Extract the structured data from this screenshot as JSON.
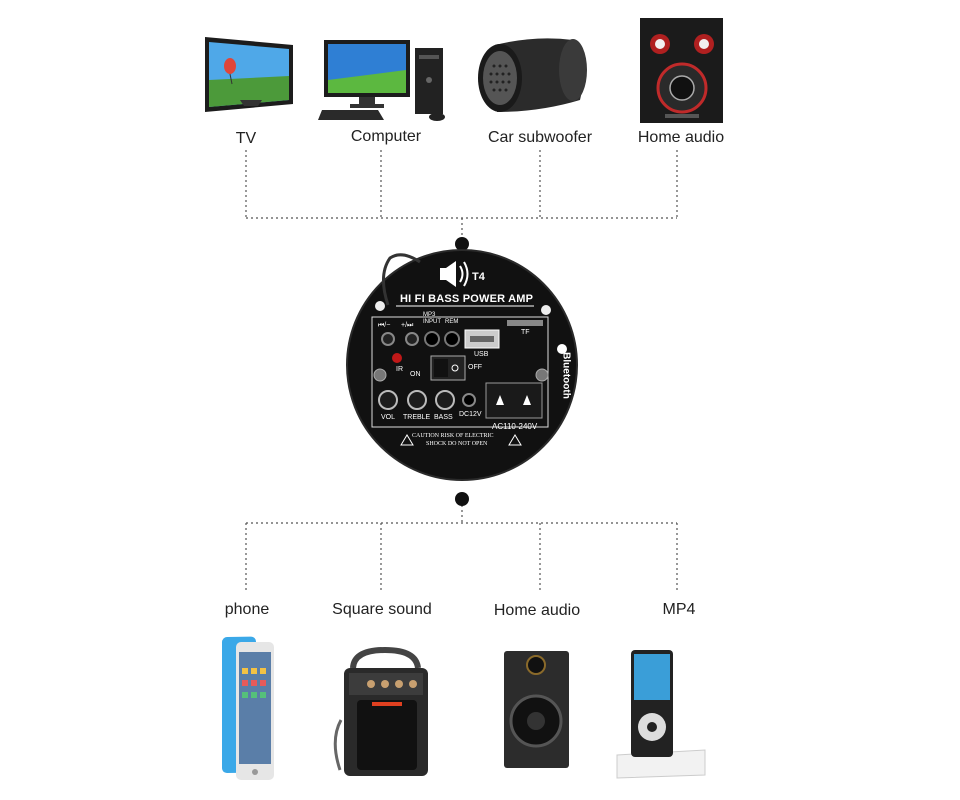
{
  "top_devices": [
    {
      "label": "TV",
      "icon": "tv-icon"
    },
    {
      "label": "Computer",
      "icon": "desktop-computer-icon"
    },
    {
      "label": "Car subwoofer",
      "icon": "car-subwoofer-icon"
    },
    {
      "label": "Home audio",
      "icon": "home-audio-speaker-icon"
    }
  ],
  "bottom_devices": [
    {
      "label": "phone",
      "icon": "smartphone-icon"
    },
    {
      "label": "Square sound",
      "icon": "portable-speaker-icon"
    },
    {
      "label": "Home audio",
      "icon": "bookshelf-speaker-icon"
    },
    {
      "label": "MP4",
      "icon": "mp4-player-dock-icon"
    }
  ],
  "amp_board": {
    "model": "T4",
    "title": "HI FI BASS POWER AMP",
    "bluetooth": "Bluetooth",
    "controls": {
      "prev": "⏮/−",
      "next": "+/⏭",
      "mp3_input": "MP3\nINPUT",
      "rem": "REM",
      "usb": "USB",
      "tf": "TF",
      "ir": "IR",
      "on": "ON",
      "off": "OFF",
      "vol": "VOL",
      "treble": "TREBLE",
      "bass": "BASS",
      "dc": "DC12V",
      "ac": "AC110-240V"
    },
    "caution_line1": "CAUTION RISK OF ELECTRIC",
    "caution_line2": "SHOCK DO NOT OPEN"
  },
  "colors": {
    "line": "#555555",
    "board": "#111111",
    "accent_red": "#d22222"
  }
}
